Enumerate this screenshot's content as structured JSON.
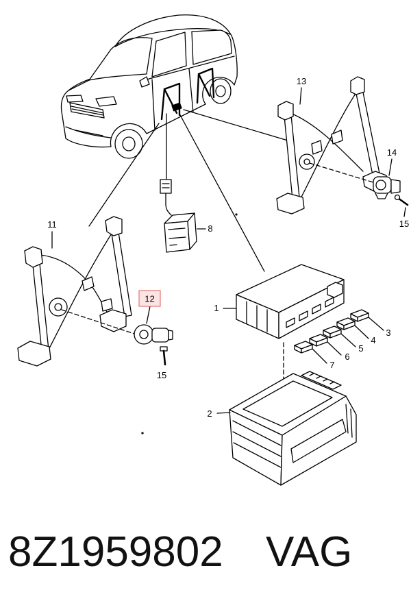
{
  "callouts": {
    "n1": "1",
    "n2": "2",
    "n3": "3",
    "n4": "4",
    "n5": "5",
    "n6": "6",
    "n7": "7",
    "n8": "8",
    "n11": "11",
    "n13": "13",
    "n14": "14",
    "n15_right": "15",
    "n15_left": "15"
  },
  "highlighted_callout": "12",
  "part_number": "8Z1959802",
  "brand": "VAG",
  "colors": {
    "line": "#000000",
    "text": "#111111",
    "highlight_fill": "#fde4e4",
    "highlight_border": "#e07474"
  }
}
